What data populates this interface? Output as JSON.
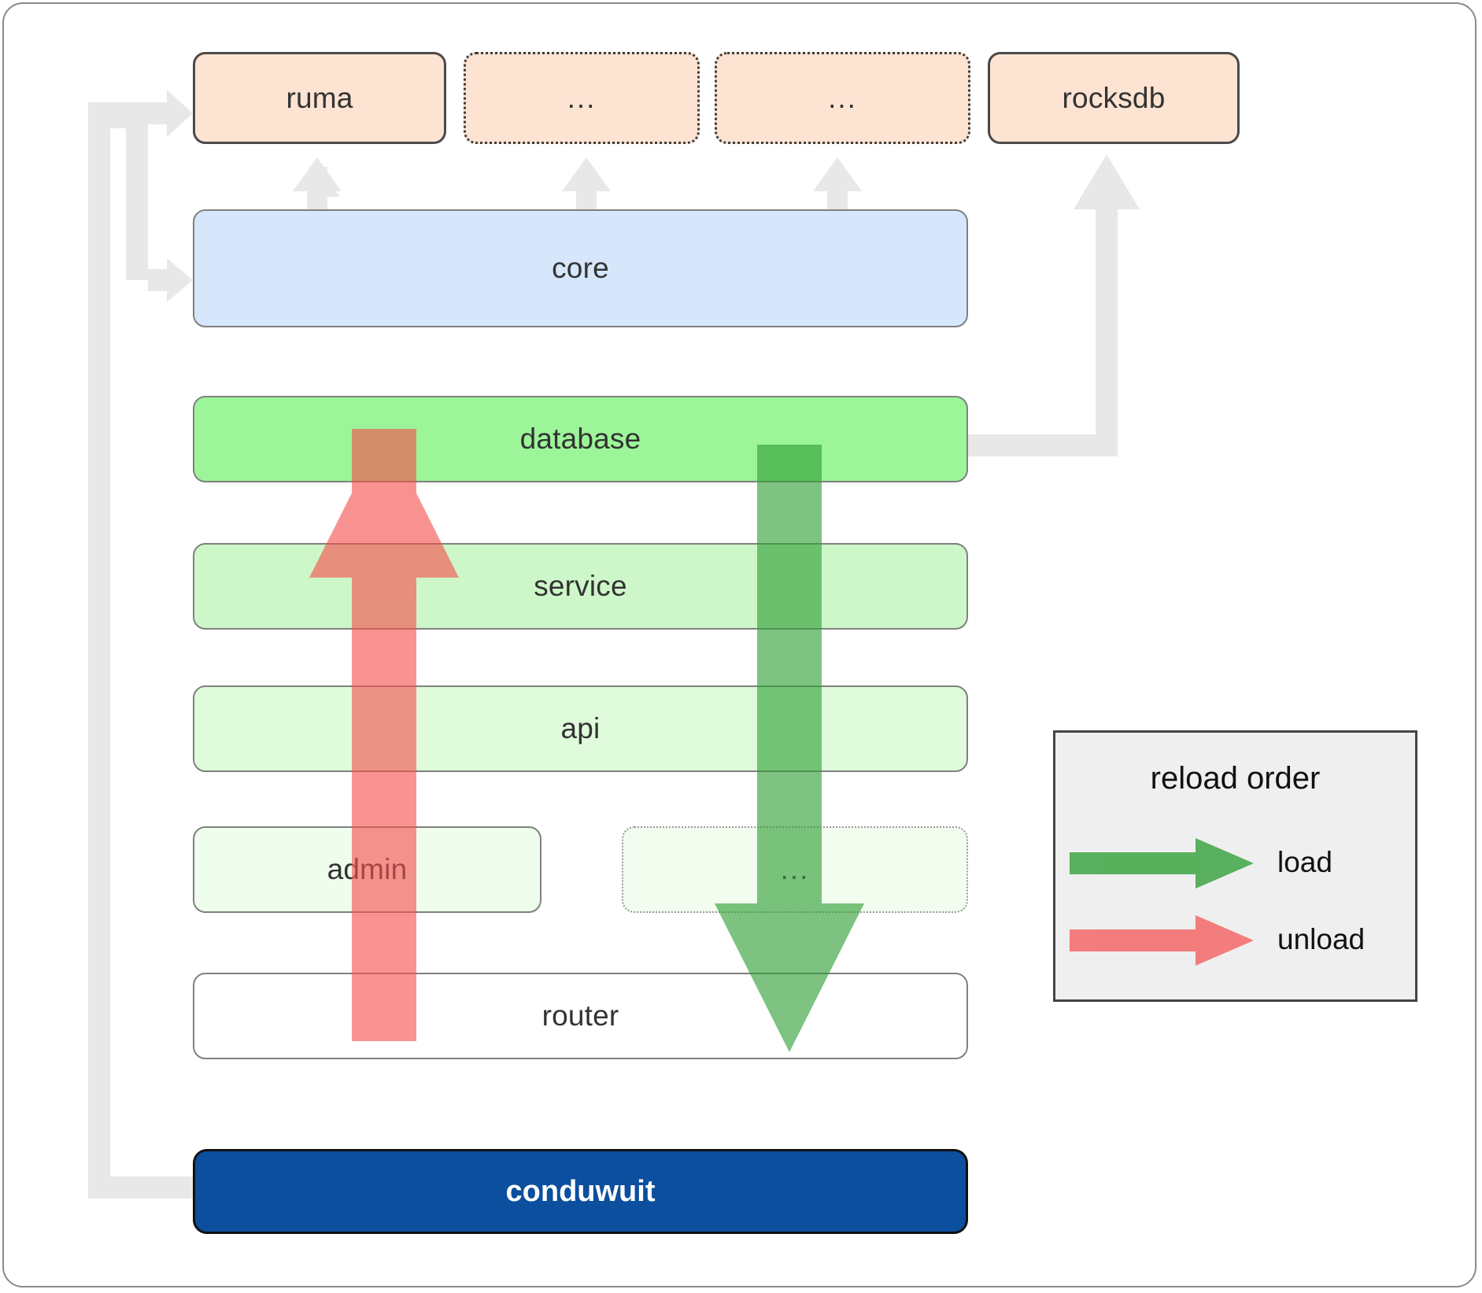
{
  "diagram": {
    "title": "conduwuit crate / layer architecture with reload order",
    "dependencies": [
      {
        "id": "ruma",
        "label": "ruma",
        "style": "solid",
        "fill": "#FCE3D2"
      },
      {
        "id": "dots-1",
        "label": "...",
        "style": "dotted",
        "fill": "#FCE3D2"
      },
      {
        "id": "dots-2",
        "label": "...",
        "style": "dotted",
        "fill": "#FCE3D2"
      },
      {
        "id": "rocksdb",
        "label": "rocksdb",
        "style": "solid",
        "fill": "#FCE3D2"
      }
    ],
    "layers": [
      {
        "id": "core",
        "label": "core",
        "fill": "#D6E6FB",
        "style": "solid"
      },
      {
        "id": "database",
        "label": "database",
        "fill": "#9CF598",
        "style": "solid"
      },
      {
        "id": "service",
        "label": "service",
        "fill": "#CDF7C8",
        "style": "solid"
      },
      {
        "id": "api",
        "label": "api",
        "fill": "#DFFBDB",
        "style": "solid"
      },
      {
        "id": "admin",
        "label": "admin",
        "fill": "#EEFDEC",
        "style": "solid"
      },
      {
        "id": "layer-dots",
        "label": "...",
        "fill": "#F2FDF0",
        "style": "dotted"
      },
      {
        "id": "router",
        "label": "router",
        "fill": "#FFFFFF",
        "style": "solid"
      }
    ],
    "root": {
      "id": "conduwuit",
      "label": "conduwuit",
      "fill": "#0B4F9E",
      "text_color": "#FFFFFF"
    },
    "flows": [
      {
        "id": "load",
        "direction": "down",
        "color": "#3FA345",
        "label": "load"
      },
      {
        "id": "unload",
        "direction": "up",
        "color": "#F4706E",
        "label": "unload"
      }
    ],
    "legend": {
      "title": "reload order",
      "items": [
        {
          "id": "load",
          "label": "load",
          "color": "#4CAF50"
        },
        {
          "id": "unload",
          "label": "unload",
          "color": "#F4706E"
        }
      ]
    },
    "connector_color": "#E8E8E8"
  }
}
